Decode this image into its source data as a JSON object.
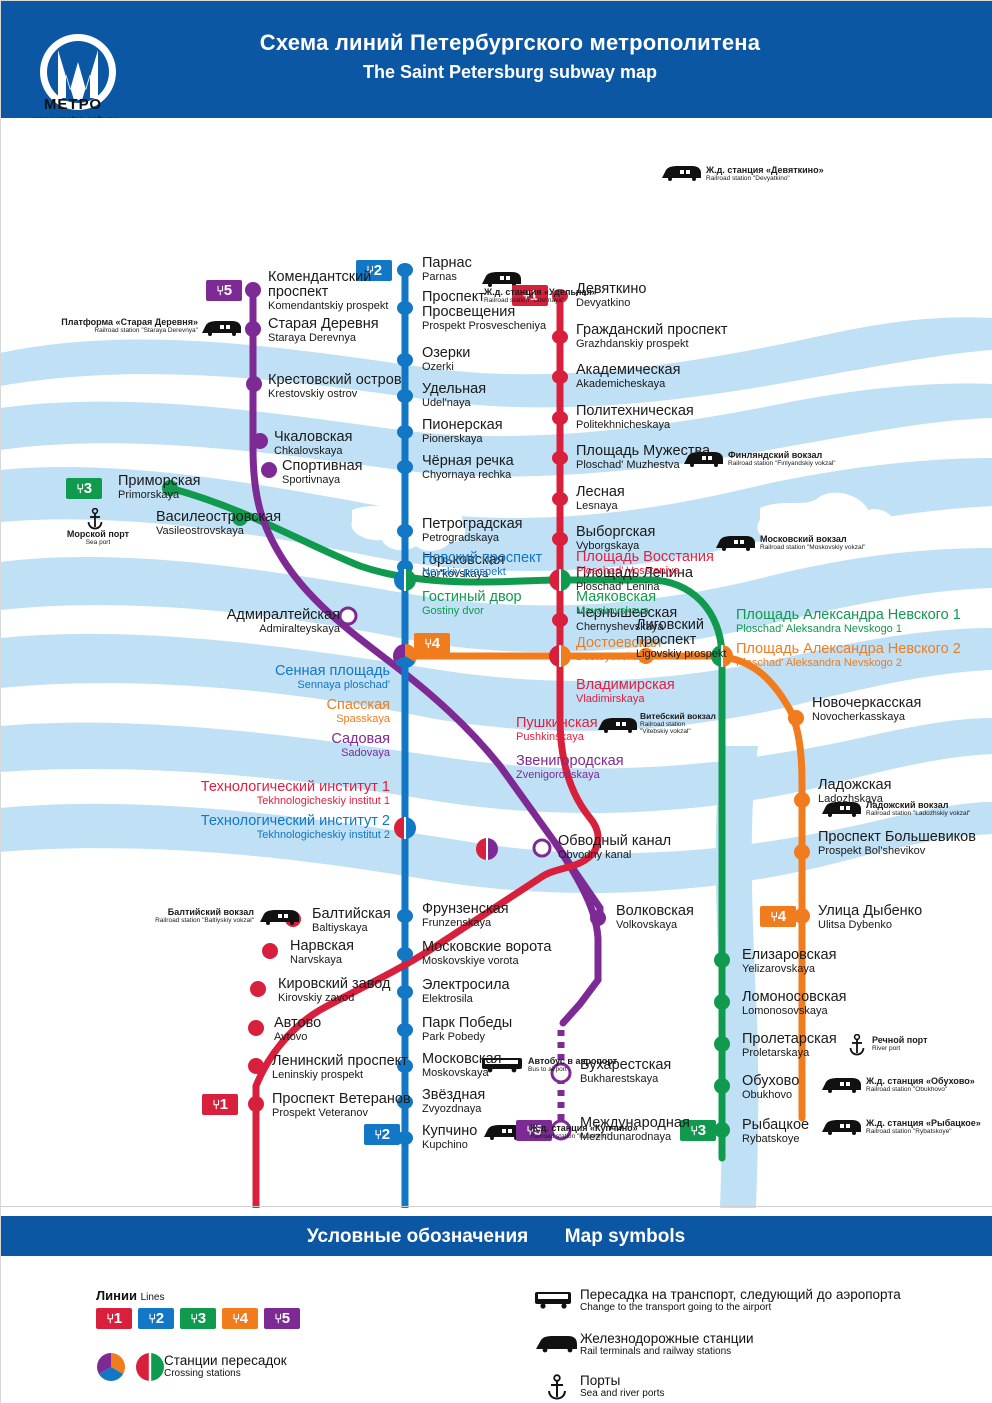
{
  "header": {
    "title_ru": "Схема линий Петербургского метрополитена",
    "title_en": "The Saint Petersburg subway map",
    "logo_text": "МЕТРО",
    "logo_url": "www.metro.spb.ru"
  },
  "colors": {
    "line1": "#d8203c",
    "line2": "#1277c4",
    "line3": "#0f9a4e",
    "line4": "#f07c1e",
    "line5": "#7d2a94",
    "water": "#bfe0f5",
    "header_blue": "#0b57a4"
  },
  "line_badges": [
    {
      "id": "badge-1",
      "label": "1",
      "color": "#d8203c"
    },
    {
      "id": "badge-2",
      "label": "2",
      "color": "#1277c4"
    },
    {
      "id": "badge-3",
      "label": "3",
      "color": "#0f9a4e"
    },
    {
      "id": "badge-4",
      "label": "4",
      "color": "#f07c1e"
    },
    {
      "id": "badge-5",
      "label": "5",
      "color": "#7d2a94"
    }
  ],
  "lines": {
    "line1": {
      "number": "1",
      "stations": [
        {
          "ru": "Девяткино",
          "en": "Devyatkino"
        },
        {
          "ru": "Гражданский проспект",
          "en": "Grazhdanskiy prospekt"
        },
        {
          "ru": "Академическая",
          "en": "Akademicheskaya"
        },
        {
          "ru": "Политехническая",
          "en": "Politekhnicheskaya"
        },
        {
          "ru": "Площадь Мужества",
          "en": "Ploschad' Muzhestva"
        },
        {
          "ru": "Лесная",
          "en": "Lesnaya"
        },
        {
          "ru": "Выборгская",
          "en": "Vyborgskaya"
        },
        {
          "ru": "Площадь Ленина",
          "en": "Ploschad' Lenina"
        },
        {
          "ru": "Чернышевская",
          "en": "Chernyshevskaya"
        },
        {
          "ru": "Площадь Восстания",
          "en": "Ploschad' Vosstaniya"
        },
        {
          "ru": "Владимирская",
          "en": "Vladimirskaya"
        },
        {
          "ru": "Пушкинская",
          "en": "Pushkinskaya"
        },
        {
          "ru": "Технологический институт 1",
          "en": "Tekhnologicheskiy institut 1"
        },
        {
          "ru": "Балтийская",
          "en": "Baltiyskaya"
        },
        {
          "ru": "Нарвская",
          "en": "Narvskaya"
        },
        {
          "ru": "Кировский завод",
          "en": "Kirovskiy zavod"
        },
        {
          "ru": "Автово",
          "en": "Avtovo"
        },
        {
          "ru": "Ленинский проспект",
          "en": "Leninskiy prospekt"
        },
        {
          "ru": "Проспект Ветеранов",
          "en": "Prospekt Veteranov"
        }
      ]
    },
    "line2": {
      "number": "2",
      "stations": [
        {
          "ru": "Парнас",
          "en": "Parnas"
        },
        {
          "ru": "Проспект Просвещения",
          "en": "Prospekt Prosvescheniya"
        },
        {
          "ru": "Озерки",
          "en": "Ozerki"
        },
        {
          "ru": "Удельная",
          "en": "Udel'naya"
        },
        {
          "ru": "Пионерская",
          "en": "Pionerskaya"
        },
        {
          "ru": "Чёрная речка",
          "en": "Chyornaya rechka"
        },
        {
          "ru": "Петроградская",
          "en": "Petrogradskaya"
        },
        {
          "ru": "Горьковская",
          "en": "Gor'kovskaya"
        },
        {
          "ru": "Невский проспект",
          "en": "Nevskiy prospekt"
        },
        {
          "ru": "Сенная площадь",
          "en": "Sennaya ploschad'"
        },
        {
          "ru": "Технологический институт 2",
          "en": "Tekhnologicheskiy institut 2"
        },
        {
          "ru": "Фрунзенская",
          "en": "Frunzenskaya"
        },
        {
          "ru": "Московские ворота",
          "en": "Moskovskiye vorota"
        },
        {
          "ru": "Электросила",
          "en": "Elektrosila"
        },
        {
          "ru": "Парк Победы",
          "en": "Park Pobedy"
        },
        {
          "ru": "Московская",
          "en": "Moskovskaya"
        },
        {
          "ru": "Звёздная",
          "en": "Zvyozdnaya"
        },
        {
          "ru": "Купчино",
          "en": "Kupchino"
        }
      ]
    },
    "line3": {
      "number": "3",
      "stations": [
        {
          "ru": "Приморская",
          "en": "Primorskaya"
        },
        {
          "ru": "Василеостровская",
          "en": "Vasileostrovskaya"
        },
        {
          "ru": "Гостиный двор",
          "en": "Gostiny dvor"
        },
        {
          "ru": "Маяковская",
          "en": "Mayakovskaya"
        },
        {
          "ru": "Площадь Александра Невского 1",
          "en": "Ploschad' Aleksandra Nevskogo 1"
        },
        {
          "ru": "Елизаровская",
          "en": "Yelizarovskaya"
        },
        {
          "ru": "Ломоносовская",
          "en": "Lomonosovskaya"
        },
        {
          "ru": "Пролетарская",
          "en": "Proletarskaya"
        },
        {
          "ru": "Обухово",
          "en": "Obukhovo"
        },
        {
          "ru": "Рыбацкое",
          "en": "Rybatskoye"
        }
      ]
    },
    "line4": {
      "number": "4",
      "stations": [
        {
          "ru": "Спасская",
          "en": "Spasskaya"
        },
        {
          "ru": "Достоевская",
          "en": "Dostoyevskaya"
        },
        {
          "ru": "Лиговский проспект",
          "en": "Ligovskiy prospekt"
        },
        {
          "ru": "Площадь Александра Невского 2",
          "en": "Ploschad' Aleksandra Nevskogo 2"
        },
        {
          "ru": "Новочеркасская",
          "en": "Novocherkasskaya"
        },
        {
          "ru": "Ладожская",
          "en": "Ladozhskaya"
        },
        {
          "ru": "Проспект Большевиков",
          "en": "Prospekt Bol'shevikov"
        },
        {
          "ru": "Улица Дыбенко",
          "en": "Ulitsa Dybenko"
        }
      ]
    },
    "line5": {
      "number": "5",
      "stations": [
        {
          "ru": "Комендантский проспект",
          "en": "Komendantskiy prospekt"
        },
        {
          "ru": "Старая Деревня",
          "en": "Staraya Derevnya"
        },
        {
          "ru": "Крестовский остров",
          "en": "Krestovskiy ostrov"
        },
        {
          "ru": "Чкаловская",
          "en": "Chkalovskaya"
        },
        {
          "ru": "Спортивная",
          "en": "Sportivnaya"
        },
        {
          "ru": "Адмиралтейская",
          "en": "Admiralteyskaya"
        },
        {
          "ru": "Садовая",
          "en": "Sadovaya"
        },
        {
          "ru": "Звенигородская",
          "en": "Zvenigorodskaya"
        },
        {
          "ru": "Обводный канал",
          "en": "Obvodny kanal"
        },
        {
          "ru": "Волковская",
          "en": "Volkovskaya"
        },
        {
          "ru": "Бухарестская",
          "en": "Bukharestskaya"
        },
        {
          "ru": "Международная",
          "en": "Mezhdunarodnaya"
        }
      ]
    }
  },
  "map_labels": {
    "parnas": {
      "ru": "Парнас",
      "en": "Parnas"
    },
    "pr_prosv": {
      "ru": "Проспект",
      "ru2": "Просвещения",
      "en": "Prospekt Prosvescheniya"
    },
    "ozerki": {
      "ru": "Озерки",
      "en": "Ozerki"
    },
    "udelnaya": {
      "ru": "Удельная",
      "en": "Udel'naya"
    },
    "pionerskaya": {
      "ru": "Пионерская",
      "en": "Pionerskaya"
    },
    "chernaya": {
      "ru": "Чёрная речка",
      "en": "Chyornaya rechka"
    },
    "petrogradskaya": {
      "ru": "Петроградская",
      "en": "Petrogradskaya"
    },
    "gorkovskaya": {
      "ru": "Горьковская",
      "en": "Gor'kovskaya"
    },
    "nevskiy": {
      "ru": "Невский проспект",
      "en": "Nevskiy prospekt"
    },
    "gostiny": {
      "ru": "Гостиный двор",
      "en": "Gostiny dvor"
    },
    "sennaya": {
      "ru": "Сенная площадь",
      "en": "Sennaya ploschad'"
    },
    "spasskaya": {
      "ru": "Спасская",
      "en": "Spasskaya"
    },
    "sadovaya": {
      "ru": "Садовая",
      "en": "Sadovaya"
    },
    "tekhinst1": {
      "ru": "Технологический институт 1",
      "en": "Tekhnologicheskiy institut 1"
    },
    "tekhinst2": {
      "ru": "Технологический институт 2",
      "en": "Tekhnologicheskiy institut 2"
    },
    "frunzenskaya": {
      "ru": "Фрунзенская",
      "en": "Frunzenskaya"
    },
    "mosk_vorota": {
      "ru": "Московские ворота",
      "en": "Moskovskiye vorota"
    },
    "elektrosila": {
      "ru": "Электросила",
      "en": "Elektrosila"
    },
    "park_pobedy": {
      "ru": "Парк Победы",
      "en": "Park Pobedy"
    },
    "moskovskaya": {
      "ru": "Московская",
      "en": "Moskovskaya"
    },
    "zvyozdnaya": {
      "ru": "Звёздная",
      "en": "Zvyozdnaya"
    },
    "kupchino": {
      "ru": "Купчино",
      "en": "Kupchino"
    },
    "devyatkino": {
      "ru": "Девяткино",
      "en": "Devyatkino"
    },
    "grazhdanskiy": {
      "ru": "Гражданский проспект",
      "en": "Grazhdanskiy prospekt"
    },
    "akademicheskaya": {
      "ru": "Академическая",
      "en": "Akademicheskaya"
    },
    "politekhnicheskaya": {
      "ru": "Политехническая",
      "en": "Politekhnicheskaya"
    },
    "muzhestva": {
      "ru": "Площадь Мужества",
      "en": "Ploschad' Muzhestva"
    },
    "lesnaya": {
      "ru": "Лесная",
      "en": "Lesnaya"
    },
    "vyborgskaya": {
      "ru": "Выборгская",
      "en": "Vyborgskaya"
    },
    "pl_lenina": {
      "ru": "Площадь Ленина",
      "en": "Ploschad' Lenina"
    },
    "chernyshevskaya": {
      "ru": "Чернышевская",
      "en": "Chernyshevskaya"
    },
    "vosstaniya": {
      "ru": "Площадь Восстания",
      "en": "Ploschad' Vosstaniya"
    },
    "mayakovskaya": {
      "ru": "Маяковская",
      "en": "Mayakovskaya"
    },
    "dostoyevskaya": {
      "ru": "Достоевская",
      "en": "Dostoyevskaya"
    },
    "vladimirskaya": {
      "ru": "Владимирская",
      "en": "Vladimirskaya"
    },
    "pushkinskaya": {
      "ru": "Пушкинская",
      "en": "Pushkinskaya"
    },
    "zvenigorodskaya": {
      "ru": "Звенигородская",
      "en": "Zvenigorodskaya"
    },
    "ligovskiy": {
      "ru": "Лиговский",
      "ru2": "проспект",
      "en": "Ligovskiy prospekt"
    },
    "an1": {
      "ru": "Площадь Александра Невского 1",
      "en": "Ploschad' Aleksandra Nevskogo 1"
    },
    "an2": {
      "ru": "Площадь Александра Невского 2",
      "en": "Ploschad' Aleksandra Nevskogo 2"
    },
    "novocherkasskaya": {
      "ru": "Новочеркасская",
      "en": "Novocherkasskaya"
    },
    "ladozhskaya": {
      "ru": "Ладожская",
      "en": "Ladozhskaya"
    },
    "bolshevikov": {
      "ru": "Проспект Большевиков",
      "en": "Prospekt Bol'shevikov"
    },
    "dybenko": {
      "ru": "Улица Дыбенко",
      "en": "Ulitsa Dybenko"
    },
    "yelizarovskaya": {
      "ru": "Елизаровская",
      "en": "Yelizarovskaya"
    },
    "lomonosovskaya": {
      "ru": "Ломоносовская",
      "en": "Lomonosovskaya"
    },
    "proletarskaya": {
      "ru": "Пролетарская",
      "en": "Proletarskaya"
    },
    "obukhovo": {
      "ru": "Обухово",
      "en": "Obukhovo"
    },
    "rybatskoye": {
      "ru": "Рыбацкое",
      "en": "Rybatskoye"
    },
    "komendantskiy": {
      "ru": "Комендантский",
      "ru2": "проспект",
      "en": "Komendantskiy prospekt"
    },
    "staraya_derevnya": {
      "ru": "Старая Деревня",
      "en": "Staraya Derevnya"
    },
    "krestovskiy": {
      "ru": "Крестовский остров",
      "en": "Krestovskiy ostrov"
    },
    "chkalovskaya": {
      "ru": "Чкаловская",
      "en": "Chkalovskaya"
    },
    "sportivnaya": {
      "ru": "Спортивная",
      "en": "Sportivnaya"
    },
    "admiralteyskaya": {
      "ru": "Адмиралтейская",
      "en": "Admiralteyskaya"
    },
    "obvodny": {
      "ru": "Обводный канал",
      "en": "Obvodny kanal"
    },
    "volkovskaya": {
      "ru": "Волковская",
      "en": "Volkovskaya"
    },
    "bukharestskaya": {
      "ru": "Бухарестская",
      "en": "Bukharestskaya"
    },
    "mezhdunarodnaya": {
      "ru": "Международная",
      "en": "Mezhdunarodnaya"
    },
    "primorskaya": {
      "ru": "Приморская",
      "en": "Primorskaya"
    },
    "vasileostrovskaya": {
      "ru": "Василеостровская",
      "en": "Vasileostrovskaya"
    }
  },
  "annotations": {
    "rail_udelnaya": {
      "ru": "Ж.д. станция «Удельная»",
      "en": "Railroad station \"Udel'naya\""
    },
    "rail_devyatkino": {
      "ru": "Ж.д. станция «Девяткино»",
      "en": "Railroad station \"Devyatkino\""
    },
    "rail_staraya": {
      "ru": "Платформа «Старая Деревня»",
      "en": "Railroad station \"Staraya Derevnya\""
    },
    "rail_finlyandskiy": {
      "ru": "Финляндский вокзал",
      "en": "Railroad station \"Finlyandskiy vokzal\""
    },
    "rail_moskovskiy": {
      "ru": "Московский вокзал",
      "en": "Railroad station \"Moskovskiy vokzal\""
    },
    "rail_vitebskiy": {
      "ru": "Витебский вокзал",
      "en": "Railroad station",
      "en2": "\"Vitebskiy vokzal\""
    },
    "rail_ladozhskiy": {
      "ru": "Ладожский вокзал",
      "en": "Railroad station \"Ladozhskiy vokzal\""
    },
    "rail_baltiyskiy": {
      "ru": "Балтийский вокзал",
      "en": "Railroad station \"Baltiyskiy vokzal\""
    },
    "rail_obukhovo": {
      "ru": "Ж.д. станция «Обухово»",
      "en": "Railroad station \"Obukhovo\""
    },
    "rail_rybatskoye": {
      "ru": "Ж.д. станция «Рыбацкое»",
      "en": "Railroad station \"Rybatskoye\""
    },
    "rail_kupchino": {
      "ru": "Ж.д. станция «Купчино»",
      "en": "Railroad station \"Kupchino\""
    },
    "bus_airport": {
      "ru": "Автобус в аэропорт",
      "en": "Bus to airport"
    },
    "sea_port": {
      "ru": "Морской порт",
      "en": "Sea port"
    },
    "river_port": {
      "ru": "Речной порт",
      "en": "River port"
    }
  },
  "legend": {
    "title_ru": "Условные обозначения",
    "title_en": "Map symbols",
    "lines_heading_ru": "Линии",
    "lines_heading_en": "Lines",
    "crossing_ru": "Станции пересадок",
    "crossing_en": "Crossing stations",
    "items": [
      {
        "icon": "bus-icon",
        "ru": "Пересадка на транспорт, следующий до аэропорта",
        "en": "Change to the transport going to the airport"
      },
      {
        "icon": "train-icon",
        "ru": "Железнодорожные станции",
        "en": "Rail terminals and railway stations"
      },
      {
        "icon": "anchor-icon",
        "ru": "Порты",
        "en": "Sea and river ports"
      }
    ]
  }
}
